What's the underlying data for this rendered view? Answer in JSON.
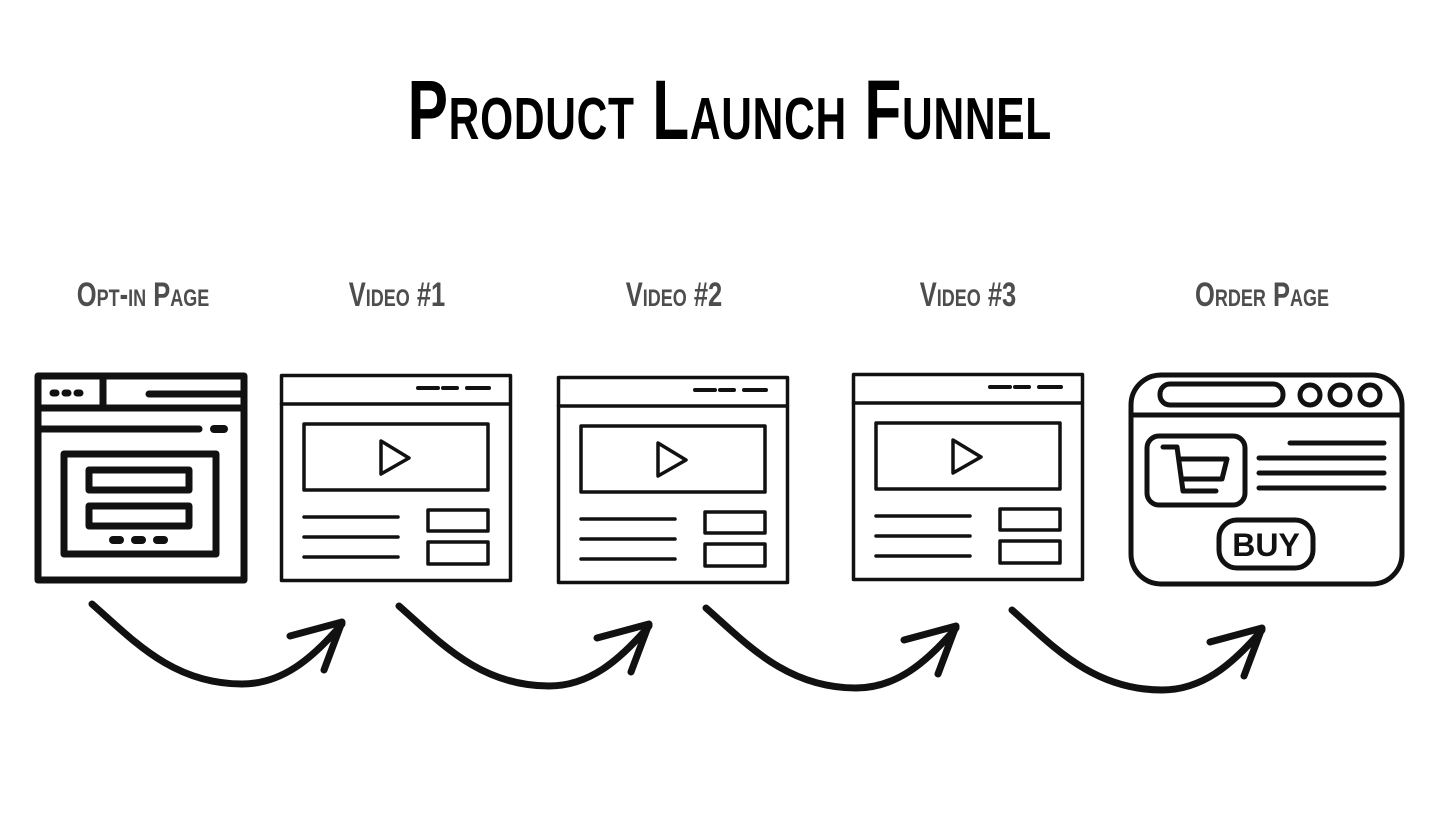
{
  "title": "Product Launch Funnel",
  "stages": [
    {
      "label": "Opt-in Page",
      "icon": "opt-in-page-icon"
    },
    {
      "label": "Video #1",
      "icon": "video-page-icon"
    },
    {
      "label": "Video #2",
      "icon": "video-page-icon"
    },
    {
      "label": "Video #3",
      "icon": "video-page-icon"
    },
    {
      "label": "Order Page",
      "icon": "order-page-icon",
      "button_text": "BUY"
    }
  ],
  "colors": {
    "title": "#000000",
    "labels": "#4d4d4d",
    "lines": "#111111"
  }
}
